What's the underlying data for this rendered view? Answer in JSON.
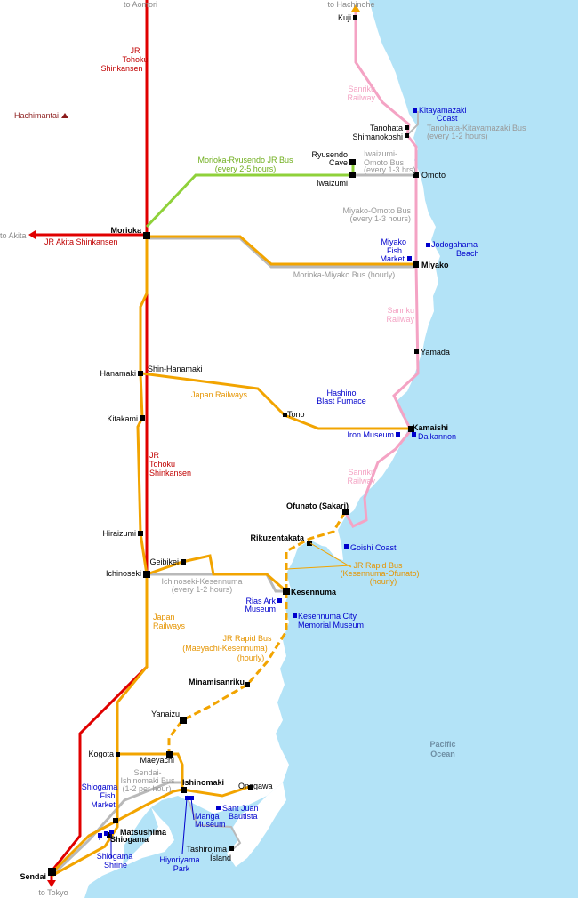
{
  "colors": {
    "sea": "#b3e3f7",
    "shinkansen": "#e00000",
    "jr": "#f2a400",
    "sanriku": "#f4a3c4",
    "bus": "#b9b9b9",
    "green_bus": "#8fd13a",
    "poi": "#0000cc",
    "station": "#000000"
  },
  "stations": {
    "kuji": "Kuji",
    "tanohata": "Tanohata",
    "shimanokoshi": "Shimanokoshi",
    "ryusendo_cave": [
      "Ryusendo",
      "Cave"
    ],
    "iwaizumi": "Iwaizumi",
    "omoto": "Omoto",
    "morioka": "Morioka",
    "miyako": "Miyako",
    "yamada": "Yamada",
    "hanamaki": "Hanamaki",
    "shin_hanamaki": "Shin-Hanamaki",
    "kitakami": "Kitakami",
    "tono": "Tono",
    "kamaishi": "Kamaishi",
    "ofunato": "Ofunato (Sakari)",
    "rikuzentakata": "Rikuzentakata",
    "hiraizumi": "Hiraizumi",
    "geibikei": "Geibikei",
    "ichinoseki": "Ichinoseki",
    "kesennuma": "Kesennuma",
    "minamisanriku": "Minamisanriku",
    "yanaizu": "Yanaizu",
    "kogota": "Kogota",
    "maeyachi": "Maeyachi",
    "ishinomaki": "Ishinomaki",
    "onagawa": "Onagawa",
    "matsushima": "Matsushima",
    "shiogama": "Shiogama",
    "sendai": "Sendai"
  },
  "directions": {
    "to_aomori": "to Aomori",
    "to_hachinohe": "to Hachinohe",
    "to_akita": "to Akita",
    "to_tokyo": "to Tokyo"
  },
  "lines": {
    "jr_tohoku_shinkansen_north": [
      "JR",
      "Tohoku",
      "Shinkansen"
    ],
    "jr_tohoku_shinkansen_south": [
      "JR",
      "Tohoku",
      "Shinkansen"
    ],
    "jr_akita_shinkansen": "JR Akita Shinkansen",
    "sanriku_railway_1": [
      "Sanriku",
      "Railway"
    ],
    "sanriku_railway_2": [
      "Sanriku",
      "Railway"
    ],
    "sanriku_railway_3": [
      "Sanriku",
      "Railway"
    ],
    "japan_railways_1": "Japan Railways",
    "japan_railways_2": [
      "Japan",
      "Railways"
    ],
    "morioka_ryusendo_bus": [
      "Morioka-Ryusendo JR Bus",
      "(every 2-5 hours)"
    ],
    "iwaizumi_omoto_bus": [
      "Iwaizumi-",
      "Omoto Bus",
      "(every 1-3 hrs)"
    ],
    "tanohata_bus": [
      "Tanohata-Kitayamazaki Bus",
      "(every 1-2 hours)"
    ],
    "miyako_omoto_bus": [
      "Miyako-Omoto Bus",
      "(every 1-3 hours)"
    ],
    "morioka_miyako_bus": "Morioka-Miyako Bus (hourly)",
    "ichinoseki_kesennuma_bus": [
      "Ichinoseki-Kesennuma",
      "(every 1-2 hours)"
    ],
    "jr_rapid_bus_kesennuma_ofunato": [
      "JR Rapid Bus",
      "(Kesennuma-Ofunato)",
      "(hourly)"
    ],
    "jr_rapid_bus_maeyachi_kesennuma": [
      "JR Rapid Bus",
      "(Maeyachi-Kesennuma)",
      "(hourly)"
    ],
    "sendai_ishinomaki_bus": [
      "Sendai-",
      "Ishinomaki Bus",
      "(1-2 per hour)"
    ]
  },
  "pois": {
    "hachimantai": "Hachimantai",
    "kitayamazaki_coast": [
      "Kitayamazaki",
      "Coast"
    ],
    "jodogahama_beach": [
      "Jodogahama",
      "Beach"
    ],
    "miyako_fish_market": [
      "Miyako",
      "Fish",
      "Market"
    ],
    "hashino_blast_furnace": [
      "Hashino",
      "Blast Furnace"
    ],
    "iron_museum": "Iron Museum",
    "daikannon": "Daikannon",
    "goishi_coast": "Goishi Coast",
    "rias_ark_museum": [
      "Rias Ark",
      "Museum"
    ],
    "kesennuma_memorial_museum": [
      "Kesennuma City",
      "Memorial Museum"
    ],
    "shiogama_fish_market": [
      "Shiogama",
      "Fish",
      "Market"
    ],
    "shiogama_shrine": [
      "Shiogama",
      "Shrine"
    ],
    "manga_museum": [
      "Manga",
      "Museum"
    ],
    "sant_juan_bautista": [
      "Sant Juan",
      "Bautista"
    ],
    "hiyoriyama_park": [
      "Hiyoriyama",
      "Park"
    ],
    "tashirojima_island": [
      "Tashirojima",
      "Island"
    ],
    "pacific_ocean": [
      "Pacific",
      "Ocean"
    ]
  }
}
